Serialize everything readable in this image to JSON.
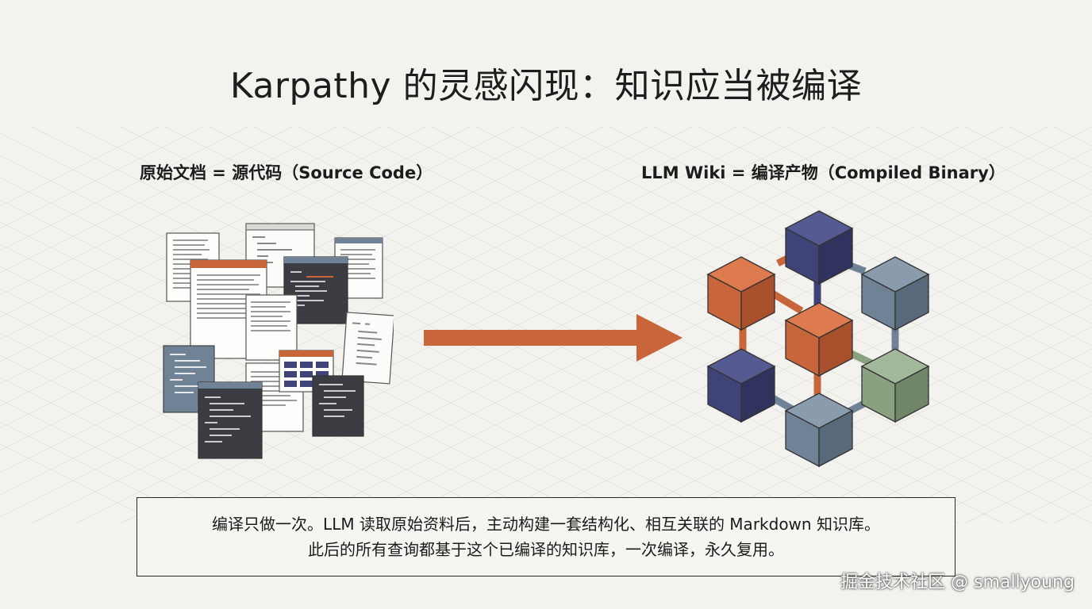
{
  "title": "Karpathy 的灵感闪现：知识应当被编译",
  "left_label": "原始文档 = 源代码（Source Code）",
  "right_label": "LLM Wiki = 编译产物（Compiled Binary）",
  "caption": {
    "line1": "编译只做一次。LLM 读取原始资料后，主动构建一套结构化、相互关联的 Markdown 知识库。",
    "line2": "此后的所有查询都基于这个已编译的知识库，一次编译，永久复用。"
  },
  "watermark": "掘金技术社区 @ smallyoung",
  "colors": {
    "orange": "#c9653a",
    "navy": "#3f4377",
    "slate": "#6f8296",
    "green": "#8aa180",
    "dark_doc": "#3b3d42",
    "arrow": "#c9653a"
  },
  "icons": {
    "docs": "document-pile-icon",
    "arrow": "right-arrow-icon",
    "graph": "cube-network-icon"
  }
}
